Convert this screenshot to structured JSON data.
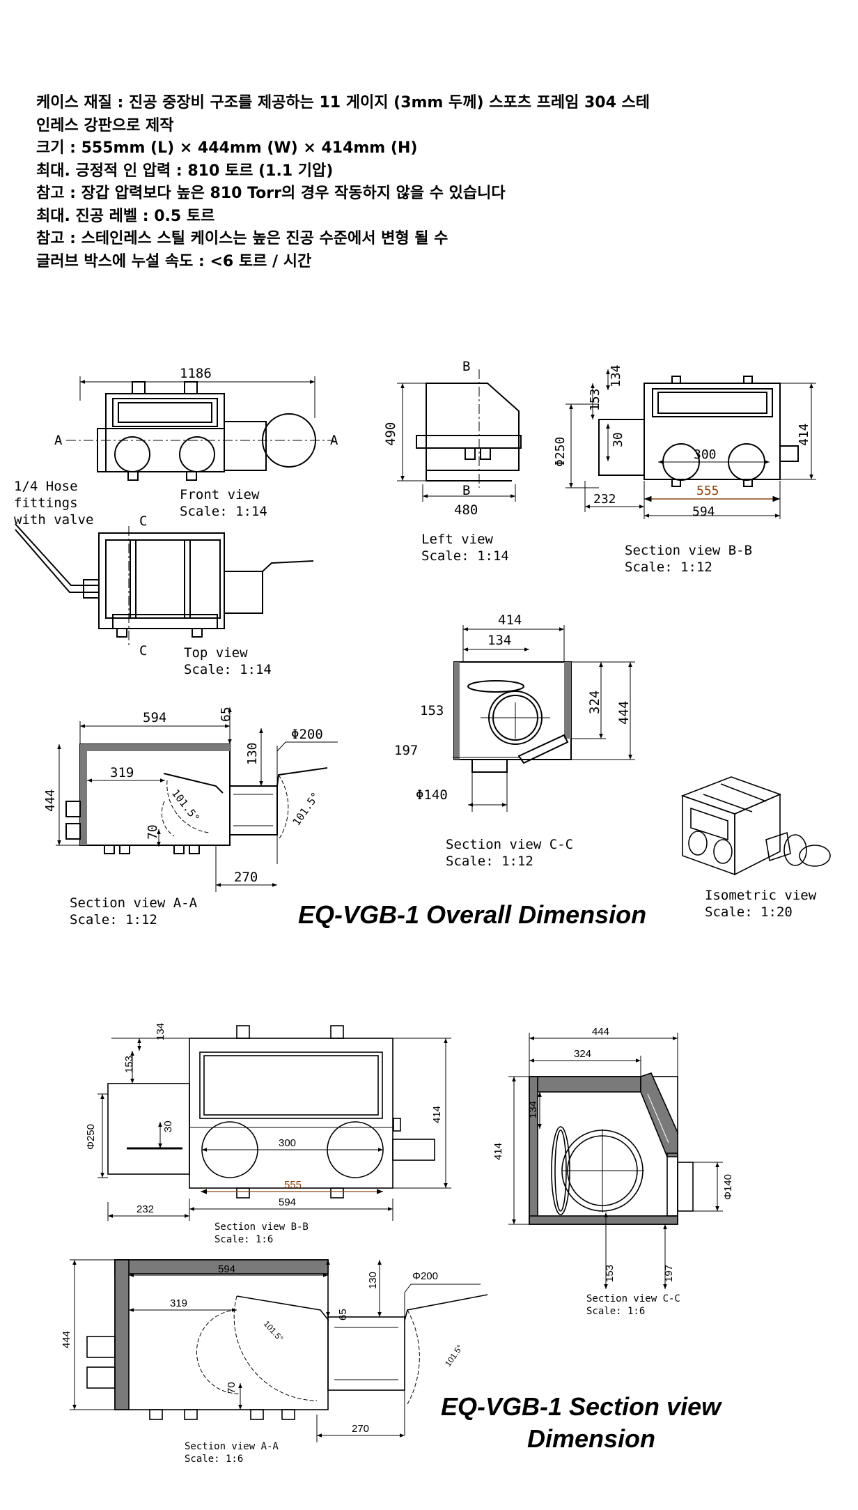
{
  "specs": {
    "line1": "케이스 재질 : 진공 중장비 구조를 제공하는 11 게이지 (3mm 두께) 스포츠 프레임 304 스테",
    "line2": "인레스 강판으로 제작",
    "line3": "크기 : 555mm (L) × 444mm (W) × 414mm (H)",
    "line4": "최대. 긍정적 인 압력 : 810 토르 (1.1 기압)",
    "line5": "참고 : 장갑 압력보다 높은 810 Torr의 경우 작동하지 않을 수 있습니다",
    "line6": "최대. 진공 레벨 : 0.5 토르",
    "line7": "참고 : 스테인레스 스틸 케이스는 높은 진공 수준에서 변형 될 수",
    "line8": "글러브 박스에 누설 속도 : <6 토르 / 시간"
  },
  "overall": {
    "title": "EQ-VGB-1 Overall Dimension",
    "front": {
      "dim_width": "1186",
      "section_mark": "A",
      "caption": "Front view",
      "scale": "Scale:  1:14"
    },
    "top": {
      "hose1": "1/4 Hose",
      "hose2": "fittings",
      "hose3": "with valve",
      "section_mark": "C",
      "caption": "Top view",
      "scale": "Scale:  1:14"
    },
    "left": {
      "section_mark": "B",
      "dim_height": "490",
      "dim_width": "480",
      "caption": "Left view",
      "scale": "Scale:  1:14"
    },
    "section_bb": {
      "d134": "134",
      "d153": "153",
      "d250": "Φ250",
      "d30": "30",
      "d300": "300",
      "d414": "414",
      "d555": "555",
      "d232": "232",
      "d594": "594",
      "caption": "Section view B-B",
      "scale": "Scale:  1:12"
    },
    "section_cc": {
      "d414": "414",
      "d134": "134",
      "d153": "153",
      "d324": "324",
      "d444": "444",
      "d197": "197",
      "d140": "Φ140",
      "caption": "Section view C-C",
      "scale": "Scale:  1:12"
    },
    "section_aa": {
      "d594": "594",
      "d65": "65",
      "d130": "130",
      "d200": "Φ200",
      "d319": "319",
      "d444": "444",
      "d70": "70",
      "d270": "270",
      "angle1": "101.5°",
      "angle2": "101.5°",
      "caption": "Section view A-A",
      "scale": "Scale:  1:12"
    },
    "iso": {
      "caption": "Isometric view",
      "scale": "Scale:  1:20"
    }
  },
  "section": {
    "title1": "EQ-VGB-1 Section view",
    "title2": "Dimension",
    "bb": {
      "d134": "134",
      "d153": "153",
      "d250": "Φ250",
      "d30": "30",
      "d300": "300",
      "d414": "414",
      "d555": "555",
      "d232": "232",
      "d594": "594",
      "caption": "Section view B-B",
      "scale": "Scale:  1:6"
    },
    "cc": {
      "d444": "444",
      "d324": "324",
      "d134": "134",
      "d414": "414",
      "d140": "Φ140",
      "d153": "153",
      "d197": "197",
      "caption": "Section view C-C",
      "scale": "Scale:  1:6"
    },
    "aa": {
      "d594": "594",
      "d130": "130",
      "d200": "Φ200",
      "d319": "319",
      "d65": "65",
      "d444": "444",
      "d70": "70",
      "d270": "270",
      "angle1": "101.5°",
      "angle2": "101.5°",
      "caption": "Section view A-A",
      "scale": "Scale:  1:6"
    }
  },
  "colors": {
    "line": "#000000",
    "accent_555": "#8b4513",
    "wall": "#7a7a7a"
  }
}
